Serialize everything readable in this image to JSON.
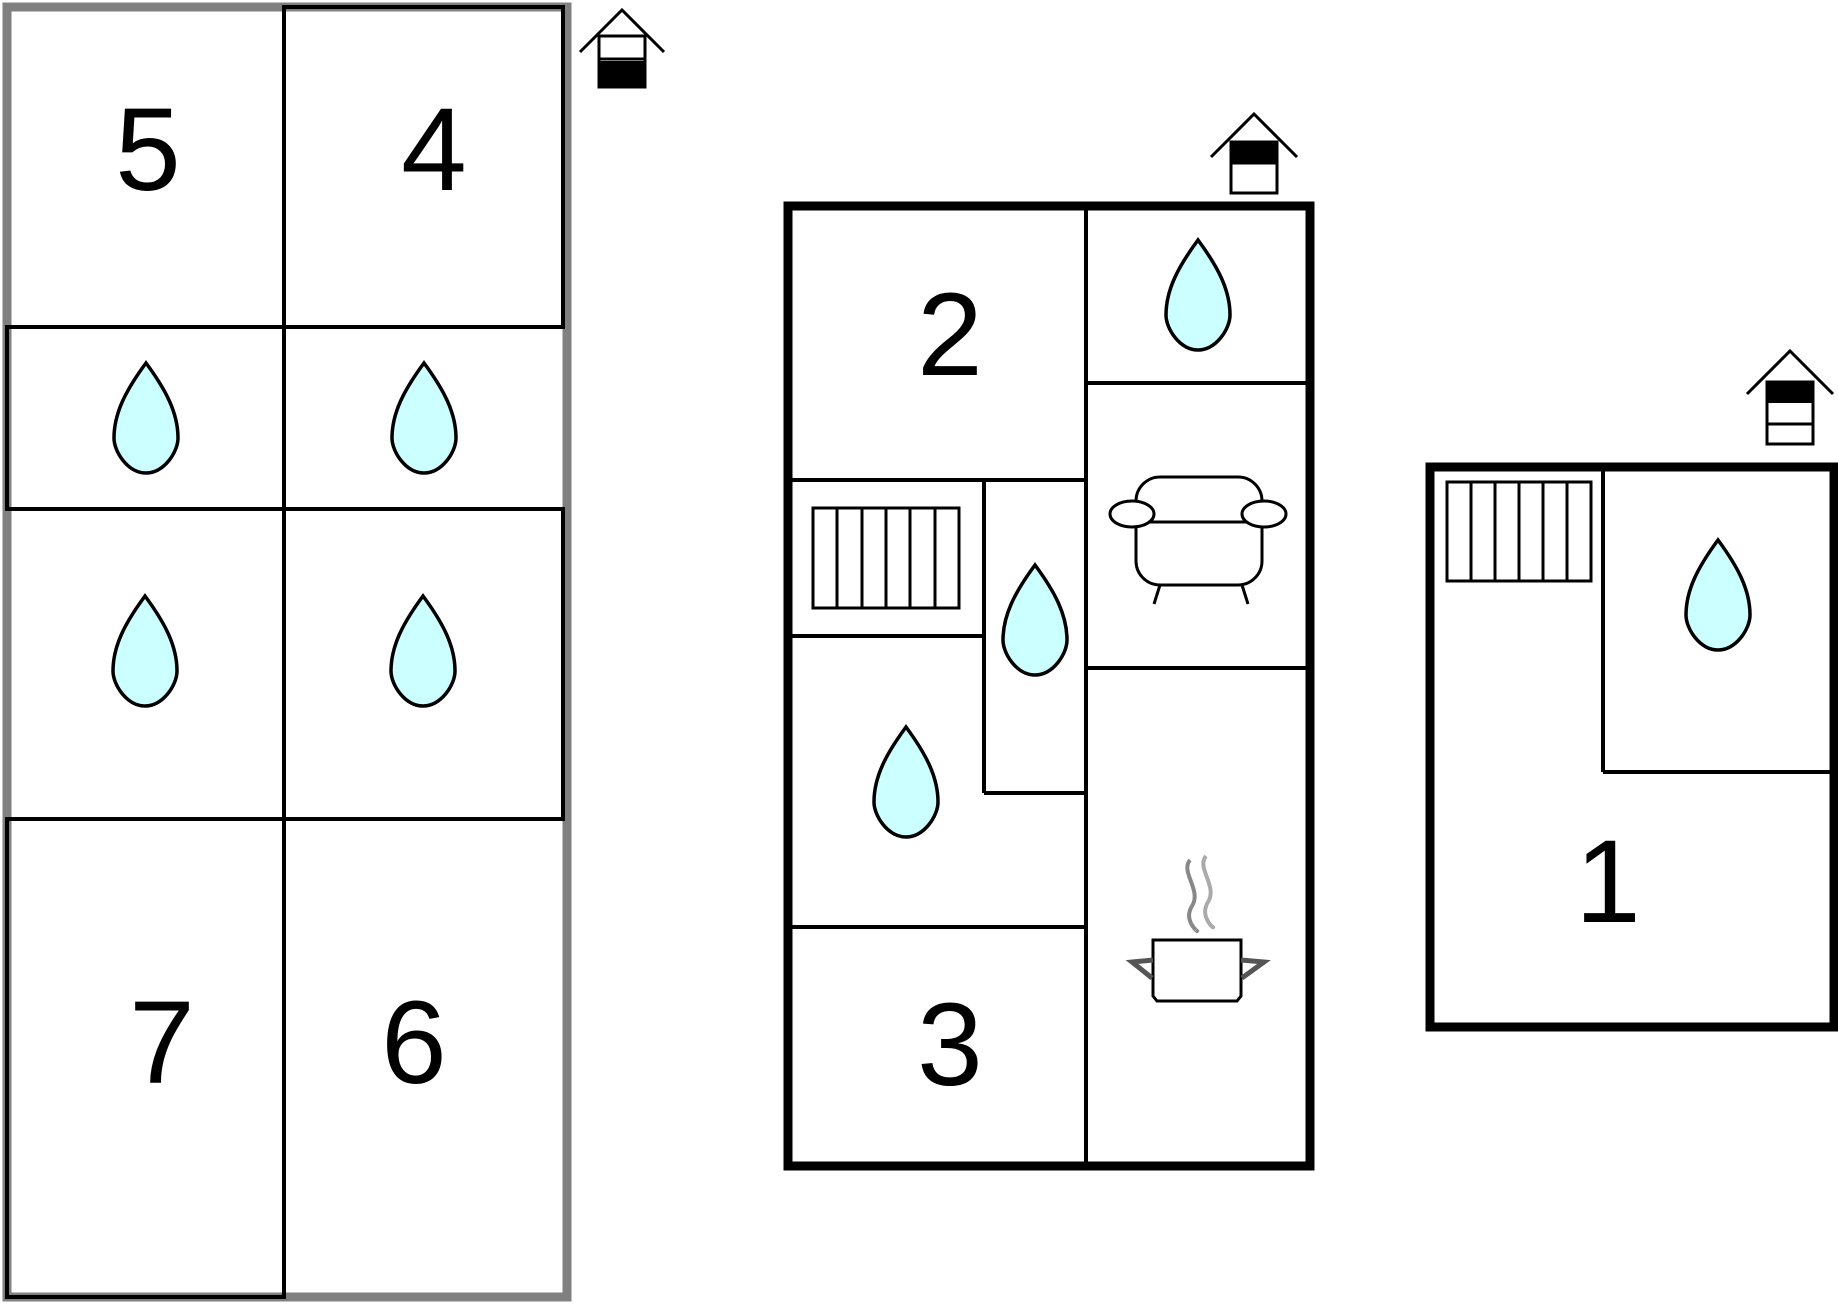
{
  "floor_plan": {
    "rooms": [
      {
        "id": "room-5",
        "label": "5"
      },
      {
        "id": "room-4",
        "label": "4"
      },
      {
        "id": "room-7",
        "label": "7"
      },
      {
        "id": "room-6",
        "label": "6"
      },
      {
        "id": "room-2",
        "label": "2"
      },
      {
        "id": "room-3",
        "label": "3"
      },
      {
        "id": "room-1",
        "label": "1"
      }
    ],
    "icons": {
      "bathroom": "water-drop-icon",
      "sauna": "sauna-bench-icon",
      "living": "sofa-icon",
      "kitchen": "cooking-pot-icon",
      "floor_level": "floor-level-house-icon"
    },
    "colors": {
      "wall": "#000000",
      "outer_wall_grey": "#808080",
      "water_drop": "#ccffff"
    }
  }
}
